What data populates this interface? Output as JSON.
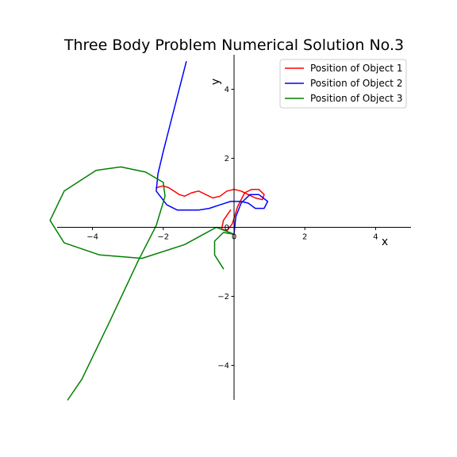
{
  "chart_data": {
    "type": "line",
    "title": "Three Body Problem Numerical Solution No.3",
    "xlabel": "x",
    "ylabel": "y",
    "xlim": [
      -5,
      5
    ],
    "ylim": [
      -5,
      5
    ],
    "xticks": [
      -4,
      -2,
      0,
      2,
      4
    ],
    "yticks": [
      -4,
      -2,
      0,
      2,
      4
    ],
    "tick_labels": {
      "x": [
        "−4",
        "−2",
        "0",
        "2",
        "4"
      ],
      "y": [
        "−4",
        "−2",
        "0",
        "2",
        "4"
      ]
    },
    "grid": false,
    "legend": "top-right",
    "series": [
      {
        "name": "Position of Object 1",
        "color": "#ff0000",
        "points": [
          [
            -0.1,
            0.5
          ],
          [
            -0.3,
            0.2
          ],
          [
            -0.35,
            -0.05
          ],
          [
            -0.2,
            -0.1
          ],
          [
            -0.05,
            0.1
          ],
          [
            0.1,
            0.6
          ],
          [
            0.3,
            1.0
          ],
          [
            0.5,
            1.1
          ],
          [
            0.7,
            1.1
          ],
          [
            0.85,
            0.95
          ],
          [
            0.8,
            0.8
          ],
          [
            0.6,
            0.85
          ],
          [
            0.4,
            0.95
          ],
          [
            0.2,
            1.05
          ],
          [
            0.0,
            1.1
          ],
          [
            -0.2,
            1.05
          ],
          [
            -0.4,
            0.9
          ],
          [
            -0.6,
            0.85
          ],
          [
            -0.8,
            0.95
          ],
          [
            -1.0,
            1.05
          ],
          [
            -1.2,
            1.0
          ],
          [
            -1.4,
            0.9
          ],
          [
            -1.55,
            0.95
          ],
          [
            -1.7,
            1.05
          ],
          [
            -1.85,
            1.15
          ],
          [
            -2.0,
            1.2
          ],
          [
            -2.2,
            1.15
          ]
        ]
      },
      {
        "name": "Position of Object 2",
        "color": "#0000ff",
        "points": [
          [
            0.0,
            -0.2
          ],
          [
            0.05,
            0.3
          ],
          [
            0.2,
            0.7
          ],
          [
            0.45,
            0.95
          ],
          [
            0.7,
            0.95
          ],
          [
            0.95,
            0.75
          ],
          [
            0.85,
            0.55
          ],
          [
            0.6,
            0.55
          ],
          [
            0.4,
            0.7
          ],
          [
            0.2,
            0.75
          ],
          [
            -0.1,
            0.75
          ],
          [
            -0.4,
            0.65
          ],
          [
            -0.7,
            0.55
          ],
          [
            -1.0,
            0.5
          ],
          [
            -1.3,
            0.5
          ],
          [
            -1.6,
            0.5
          ],
          [
            -1.9,
            0.65
          ],
          [
            -2.2,
            1.05
          ],
          [
            -2.15,
            1.55
          ],
          [
            -2.0,
            2.2
          ],
          [
            -1.8,
            3.0
          ],
          [
            -1.6,
            3.8
          ],
          [
            -1.35,
            4.8
          ]
        ]
      },
      {
        "name": "Position of Object 3",
        "color": "#008000",
        "points": [
          [
            -0.3,
            -1.2
          ],
          [
            -0.55,
            -0.8
          ],
          [
            -0.55,
            -0.4
          ],
          [
            -0.3,
            -0.15
          ],
          [
            0.0,
            -0.2
          ],
          [
            -0.5,
            0.0
          ],
          [
            -1.4,
            -0.5
          ],
          [
            -2.6,
            -0.9
          ],
          [
            -3.8,
            -0.8
          ],
          [
            -4.8,
            -0.45
          ],
          [
            -5.2,
            0.2
          ],
          [
            -4.8,
            1.05
          ],
          [
            -3.9,
            1.65
          ],
          [
            -3.2,
            1.75
          ],
          [
            -2.5,
            1.6
          ],
          [
            -2.0,
            1.3
          ],
          [
            -1.95,
            0.9
          ],
          [
            -2.2,
            0.05
          ],
          [
            -2.7,
            -0.95
          ],
          [
            -3.5,
            -2.7
          ],
          [
            -4.3,
            -4.4
          ],
          [
            -4.7,
            -5.0
          ]
        ]
      }
    ]
  }
}
